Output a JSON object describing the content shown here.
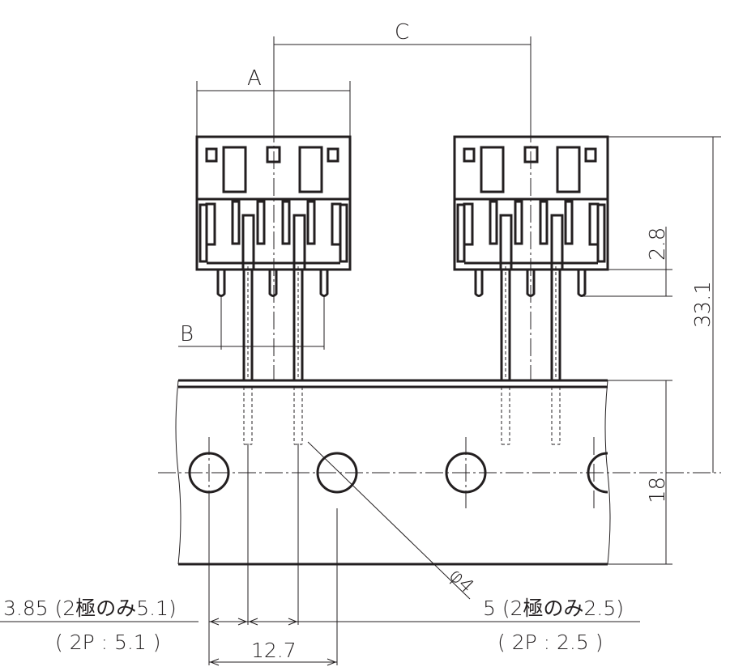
{
  "title": "Connector taping dimension drawing",
  "labels": {
    "A": "A",
    "B": "B",
    "C": "C",
    "dim_2_8": "2.8",
    "dim_33_1": "33.1",
    "dim_18": "18",
    "dim_phi4": "φ4",
    "dim_12_7": "12.7",
    "left_note_1": "3.85 (2極のみ5.1)",
    "left_note_2": "( 2P : 5.1 )",
    "right_note_1": "5 (2極のみ2.5)",
    "right_note_2": "( 2P : 2.5 )"
  },
  "colors": {
    "line": "#231f20",
    "background": "#ffffff"
  }
}
